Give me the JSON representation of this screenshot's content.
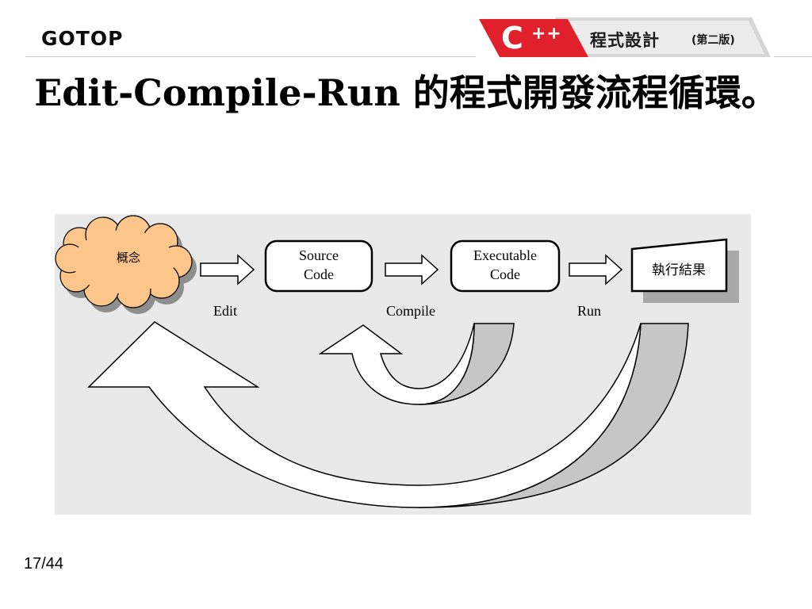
{
  "header": {
    "logo": "GOTOP",
    "book_c": "C",
    "book_pp": "++",
    "book_title": "程式設計",
    "book_edition": "(第二版)",
    "accent_color": "#e0202a"
  },
  "slide": {
    "title": "Edit-Compile-Run 的程式開發流程循環。",
    "page_number": "17/44"
  },
  "diagram": {
    "concept": "概念",
    "source_line1": "Source",
    "source_line2": "Code",
    "exec_line1": "Executable",
    "exec_line2": "Code",
    "result": "執行結果",
    "edit": "Edit",
    "compile": "Compile",
    "run": "Run"
  }
}
